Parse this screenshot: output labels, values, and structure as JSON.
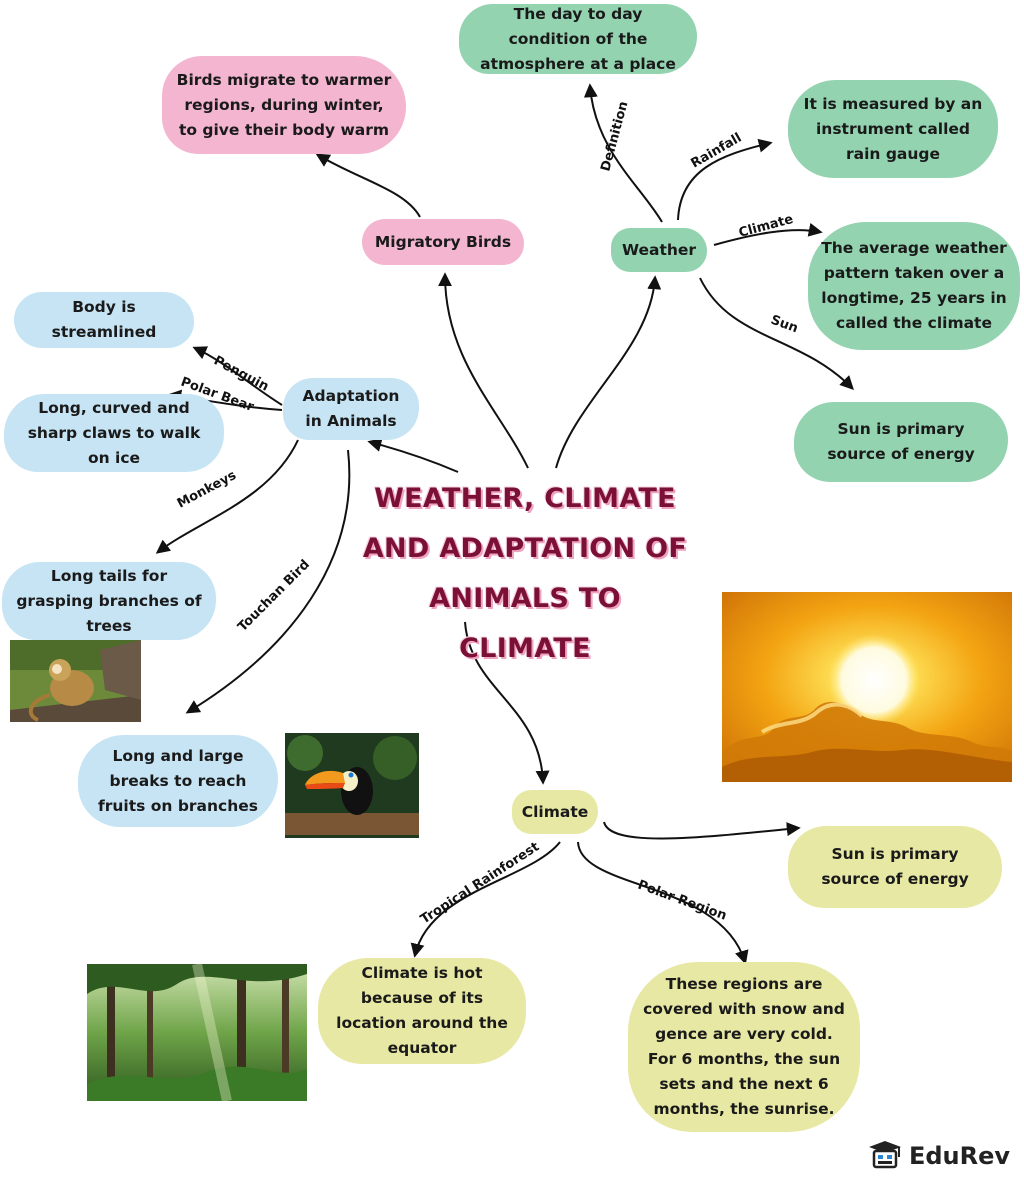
{
  "title": {
    "line1": "WEATHER, CLIMATE",
    "line2": "AND ADAPTATION OF",
    "line3": "ANIMALS TO CLIMATE"
  },
  "nodes": {
    "migratory_birds": "Migratory Birds",
    "migratory_detail": "Birds migrate to warmer regions, during winter, to give their body warm",
    "weather": "Weather",
    "weather_definition": "The day to day condition of the atmosphere at a place",
    "rainfall_detail": "It is measured by an instrument called rain gauge",
    "climate_detail": "The average weather pattern taken over a longtime, 25 years in called the climate",
    "sun_detail": "Sun is primary source of energy",
    "adaptation": "Adaptation in Animals",
    "penguin_detail": "Body is streamlined",
    "polar_bear_detail": "Long, curved and sharp claws to walk on ice",
    "monkeys_detail": "Long tails for grasping branches of trees",
    "touchan_detail": "Long and large breaks to reach fruits on branches",
    "climate": "Climate",
    "climate_sun_detail": "Sun is primary source of energy",
    "tropical_detail": "Climate is hot because of its location around the equator",
    "polar_detail": "These regions are covered with snow and gence are very cold. For 6 months, the sun sets and the next 6 months, the sunrise."
  },
  "edge_labels": {
    "definition": "Definition",
    "rainfall": "Rainfall",
    "climate": "Climate",
    "sun": "Sun",
    "penguin": "Penguin",
    "polar_bear": "Polar Bear",
    "monkeys": "Monkeys",
    "touchan_bird": "Touchan Bird",
    "tropical_rainforest": "Tropical Rainforest",
    "polar_region": "Polar Region"
  },
  "brand": {
    "name": "EduRev",
    "icon": "graduation-cap-icon"
  },
  "colors": {
    "pink": "#f3b5cf",
    "green": "#93d3b0",
    "blue": "#c6e4f4",
    "yellow": "#e7e8a3",
    "title": "#7a1036"
  }
}
